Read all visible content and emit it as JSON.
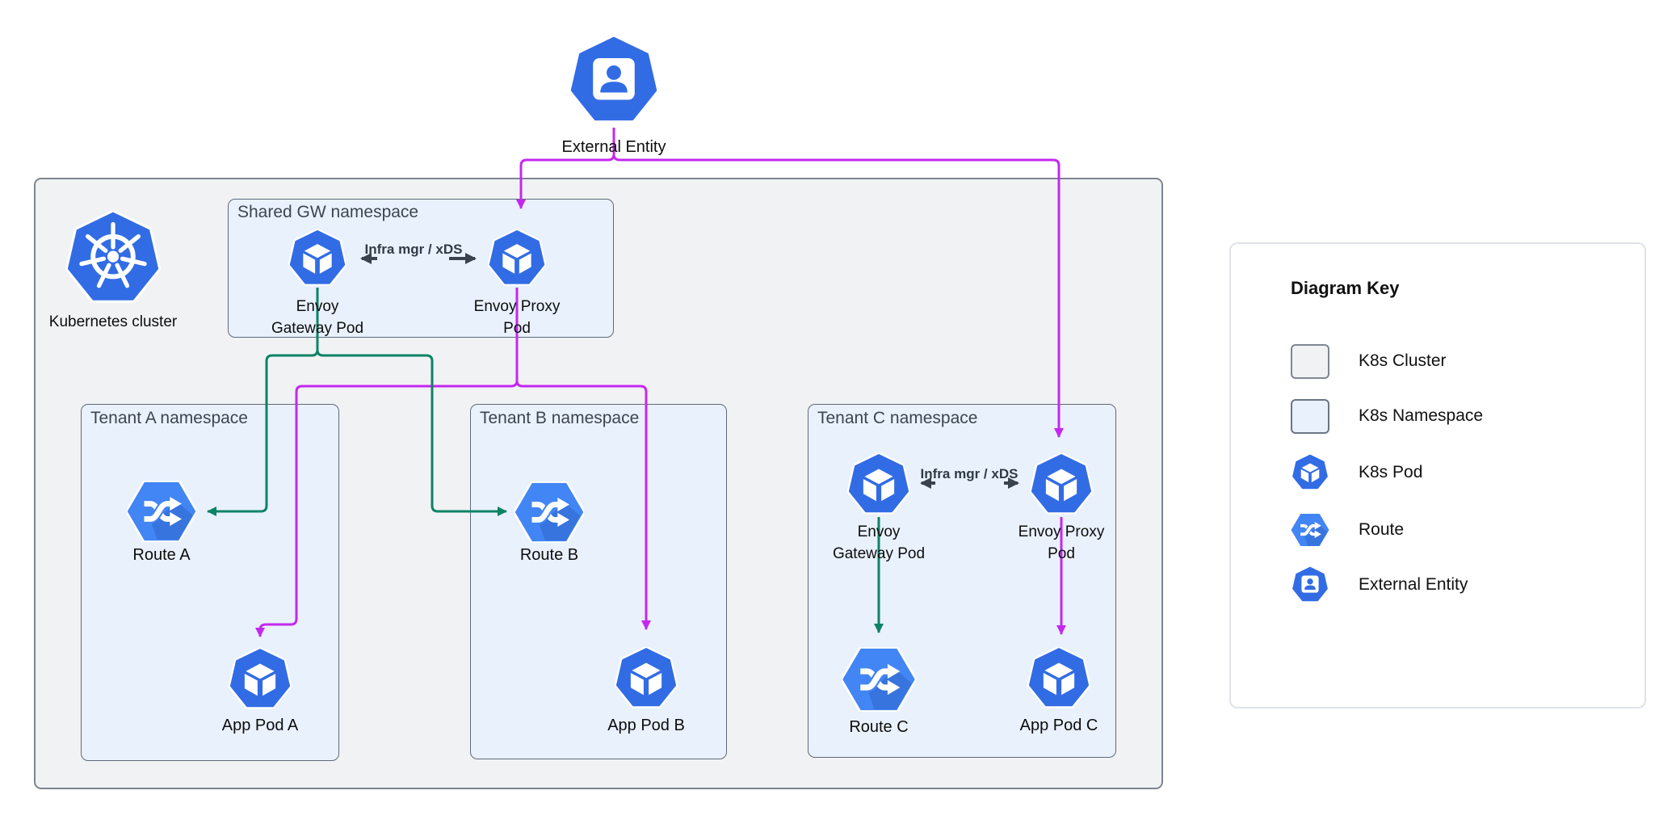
{
  "colors": {
    "traffic": "#c428f0",
    "control": "#0d8365",
    "pod_blue": "#326ce5",
    "route_blue": "#4285f4",
    "cluster_fill": "#f0f2f4",
    "cluster_border": "#7d858f",
    "namespace_fill": "#e9f1fd",
    "namespace_border": "#5f6b79",
    "arrow_dark": "#39434d"
  },
  "external_entity": {
    "label": "External Entity"
  },
  "cluster": {
    "label": "Kubernetes cluster"
  },
  "shared_gw": {
    "title": "Shared GW namespace",
    "gateway_pod_line1": "Envoy",
    "gateway_pod_line2": "Gateway Pod",
    "proxy_pod_line1": "Envoy Proxy",
    "proxy_pod_line2": "Pod",
    "infra_line1": "Infra mgr /",
    "infra_line2": "xDS"
  },
  "tenant_a": {
    "title": "Tenant A namespace",
    "route_label": "Route A",
    "app_pod_label": "App Pod A"
  },
  "tenant_b": {
    "title": "Tenant B namespace",
    "route_label": "Route B",
    "app_pod_label": "App Pod B"
  },
  "tenant_c": {
    "title": "Tenant C namespace",
    "gateway_pod_line1": "Envoy",
    "gateway_pod_line2": "Gateway Pod",
    "proxy_pod_line1": "Envoy Proxy",
    "proxy_pod_line2": "Pod",
    "infra_line1": "Infra mgr /",
    "infra_line2": "xDS",
    "route_label": "Route C",
    "app_pod_label": "App Pod C"
  },
  "key": {
    "title": "Diagram Key",
    "items": [
      {
        "icon": "k8s-cluster-swatch",
        "label": "K8s Cluster"
      },
      {
        "icon": "k8s-namespace-swatch",
        "label": "K8s Namespace"
      },
      {
        "icon": "k8s-pod-icon",
        "label": "K8s Pod"
      },
      {
        "icon": "route-icon",
        "label": "Route"
      },
      {
        "icon": "external-entity-icon",
        "label": "External Entity"
      }
    ]
  }
}
